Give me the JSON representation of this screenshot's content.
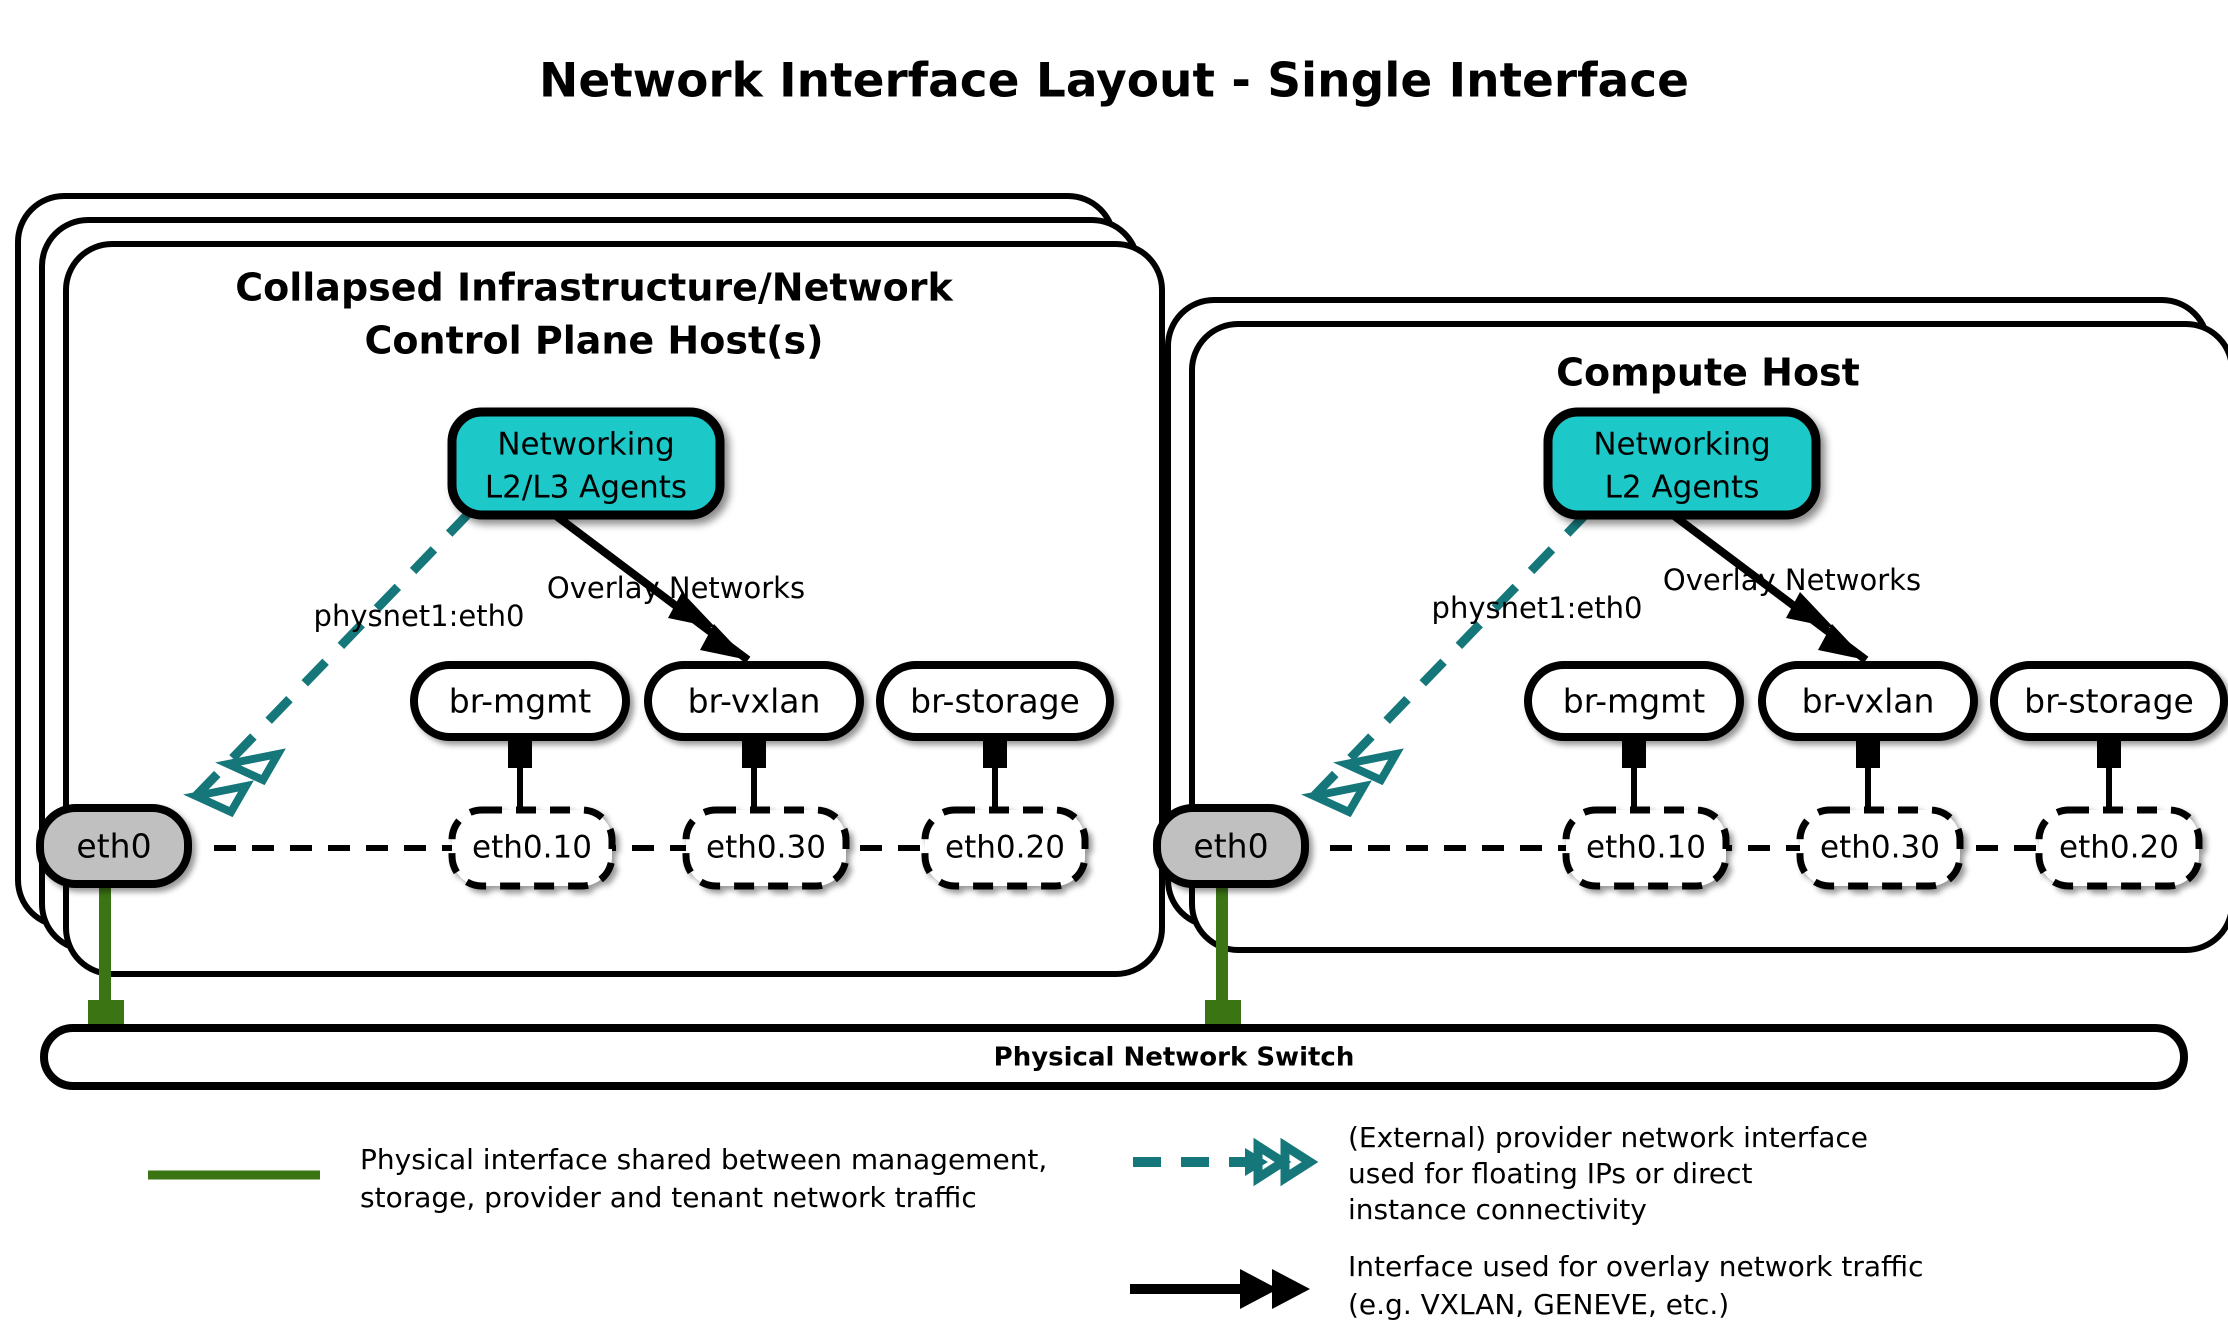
{
  "title": "Network Interface Layout - Single Interface",
  "colors": {
    "agent_fill": "#1FC8C8",
    "phys_iface_green": "#3B7413",
    "provider_teal": "#16777A",
    "nic_gray": "#C0C0C0",
    "stroke": "#000000",
    "background": "#FFFFFF"
  },
  "hosts": [
    {
      "id": "control-plane-host",
      "title_line1": "Collapsed Infrastructure/Network",
      "title_line2": "Control Plane Host(s)",
      "stack_count": 3,
      "agent": {
        "line1": "Networking",
        "line2": "L2/L3 Agents"
      },
      "provider_label": "physnet1:eth0",
      "overlay_label": "Overlay Networks",
      "nic": "eth0",
      "bridges": [
        {
          "bridge": "br-mgmt",
          "vlan": "eth0.10"
        },
        {
          "bridge": "br-vxlan",
          "vlan": "eth0.30"
        },
        {
          "bridge": "br-storage",
          "vlan": "eth0.20"
        }
      ]
    },
    {
      "id": "compute-host",
      "title_line1": "Compute Host",
      "title_line2": "",
      "stack_count": 2,
      "agent": {
        "line1": "Networking",
        "line2": "L2 Agents"
      },
      "provider_label": "physnet1:eth0",
      "overlay_label": "Overlay Networks",
      "nic": "eth0",
      "bridges": [
        {
          "bridge": "br-mgmt",
          "vlan": "eth0.10"
        },
        {
          "bridge": "br-vxlan",
          "vlan": "eth0.30"
        },
        {
          "bridge": "br-storage",
          "vlan": "eth0.20"
        }
      ]
    }
  ],
  "switch": {
    "label": "Physical Network Switch"
  },
  "legend": [
    {
      "id": "physical-interface",
      "style": "solid-green-line",
      "lines": [
        "Physical interface shared between management,",
        "storage, provider and tenant network traffic"
      ]
    },
    {
      "id": "provider-interface",
      "style": "dashed-teal-double-open-arrow",
      "lines": [
        "(External) provider network interface",
        "used for floating IPs or direct",
        "instance connectivity"
      ]
    },
    {
      "id": "overlay-interface",
      "style": "solid-black-double-filled-arrow",
      "lines": [
        "Interface used for overlay network traffic",
        "(e.g. VXLAN, GENEVE, etc.)"
      ]
    }
  ]
}
